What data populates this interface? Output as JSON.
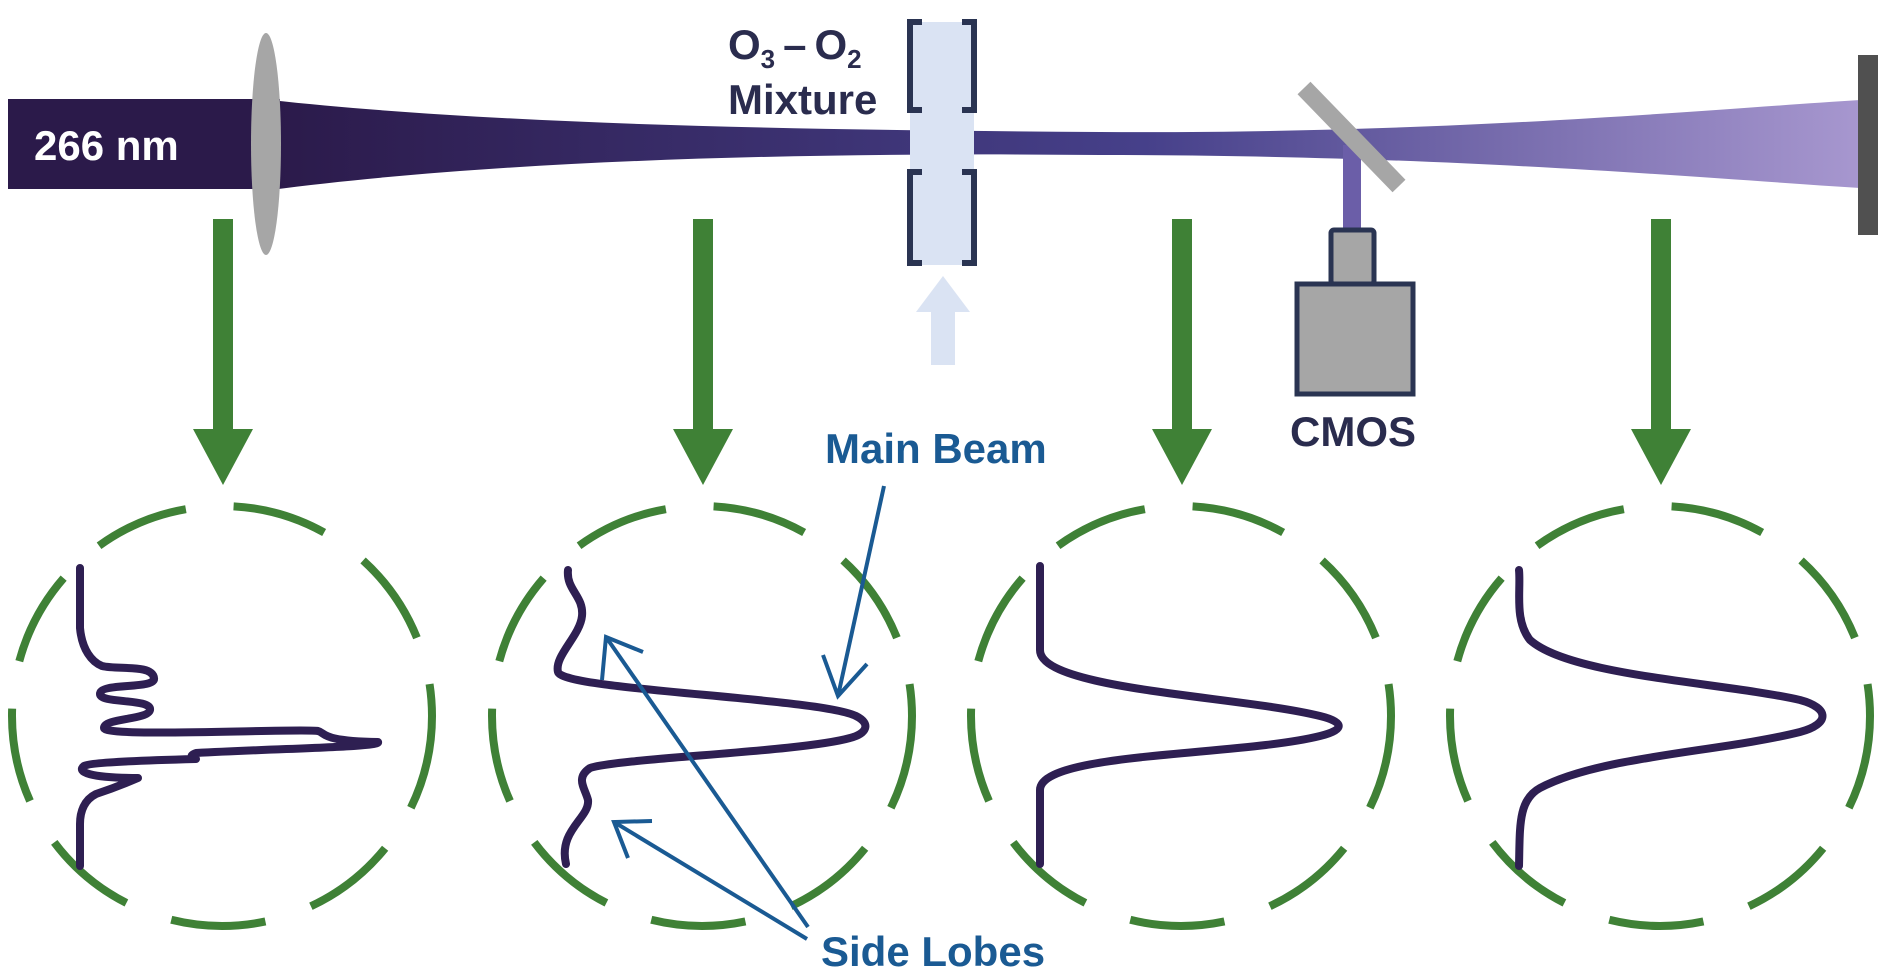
{
  "labels": {
    "wavelength": "266 nm",
    "cell_species_a": "O",
    "cell_species_a_sub": "3",
    "cell_dash": "–",
    "cell_species_b": "O",
    "cell_species_b_sub": "2",
    "cell_mixture": "Mixture",
    "camera": "CMOS",
    "main_beam": "Main Beam",
    "side_lobes": "Side Lobes"
  },
  "colors": {
    "beam_start": "#2b1a4a",
    "beam_mid": "#46408a",
    "beam_end": "#a797cf",
    "optics_gray": "#a6a6a6",
    "mirror_dark": "#505050",
    "gas_cell_fill": "#dae3f3",
    "gas_cell_frame": "#2a3452",
    "arrow_green": "#3f8136",
    "profile_stroke": "#2e1f52",
    "callout_blue": "#1a5a93"
  },
  "icons": {
    "lens": "lens-icon",
    "gas_cell": "gas-cell-icon",
    "beam_splitter": "beam-splitter-icon",
    "camera": "camera-icon",
    "end_mirror": "mirror-icon"
  },
  "panels": [
    {
      "name": "profile-panel-1",
      "shape": "noisy-profile"
    },
    {
      "name": "profile-panel-2",
      "shape": "profile-with-side-lobes"
    },
    {
      "name": "profile-panel-3",
      "shape": "narrow-gaussian"
    },
    {
      "name": "profile-panel-4",
      "shape": "wide-gaussian"
    }
  ]
}
